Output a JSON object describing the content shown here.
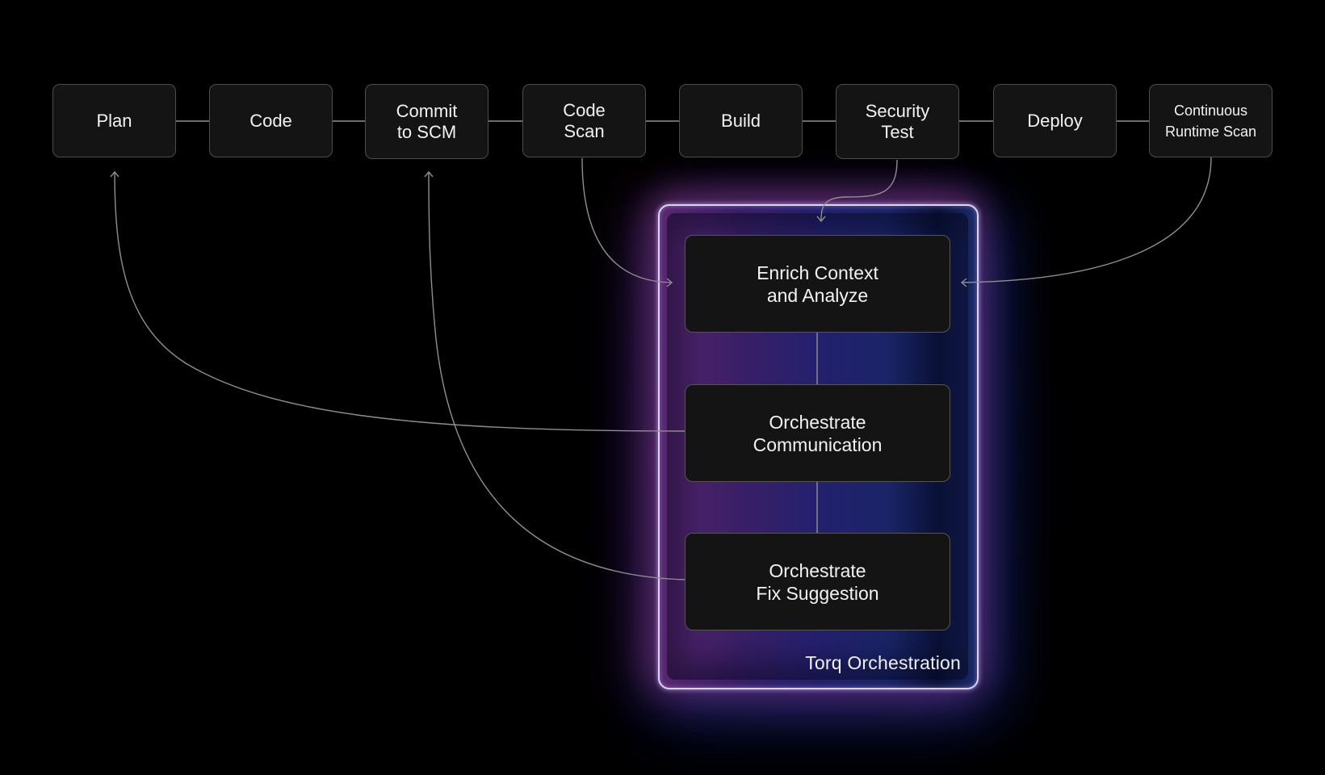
{
  "diagram": {
    "pipeline_stages": [
      {
        "id": "plan",
        "label": "Plan"
      },
      {
        "id": "code",
        "label": "Code"
      },
      {
        "id": "commit",
        "label": "Commit\nto SCM"
      },
      {
        "id": "code-scan",
        "label": "Code\nScan"
      },
      {
        "id": "build",
        "label": "Build"
      },
      {
        "id": "security-test",
        "label": "Security\nTest"
      },
      {
        "id": "deploy",
        "label": "Deploy"
      },
      {
        "id": "continuous-runtime-scan",
        "label": "Continuous\nRuntime Scan"
      }
    ],
    "orchestration": {
      "title": "Torq Orchestration",
      "steps": [
        {
          "id": "enrich",
          "label": "Enrich Context\nand Analyze"
        },
        {
          "id": "communication",
          "label": "Orchestrate\nCommunication"
        },
        {
          "id": "fix",
          "label": "Orchestrate\nFix Suggestion"
        }
      ]
    },
    "edges": [
      {
        "from": "code-scan",
        "to": "enrich"
      },
      {
        "from": "security-test",
        "to": "enrich"
      },
      {
        "from": "continuous-runtime-scan",
        "to": "enrich"
      },
      {
        "from": "communication",
        "to": "plan"
      },
      {
        "from": "fix",
        "to": "commit"
      }
    ],
    "colors": {
      "background": "#000000",
      "box_fill": "#141414",
      "box_border": "#4d4d4d",
      "line": "#9a9a9a",
      "glow_pink": "#a0409a",
      "glow_blue": "#2a3aa0",
      "container_border": "#d9d6f0"
    }
  }
}
